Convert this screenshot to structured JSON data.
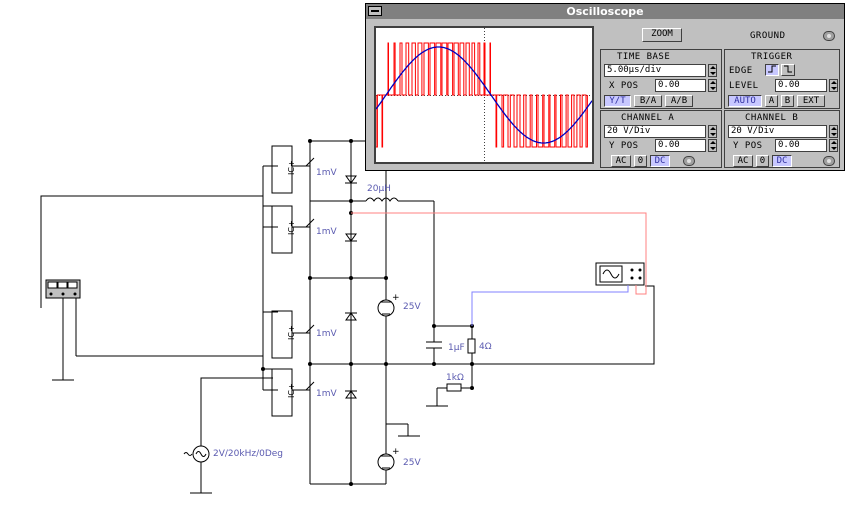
{
  "oscilloscope": {
    "title": "Oscilloscope",
    "zoom_label": "ZOOM",
    "ground_label": "GROUND",
    "timebase": {
      "header": "TIME BASE",
      "value": "5.00µs/div",
      "xpos_label": "X POS",
      "xpos_value": "0.00",
      "modes": [
        "Y/T",
        "B/A",
        "A/B"
      ],
      "active_mode": "Y/T"
    },
    "trigger": {
      "header": "TRIGGER",
      "edge_label": "EDGE",
      "level_label": "LEVEL",
      "level_value": "0.00",
      "sources": [
        "AUTO",
        "A",
        "B",
        "EXT"
      ],
      "active_source": "AUTO"
    },
    "channel_a": {
      "header": "CHANNEL A",
      "value": "20 V/Div",
      "ypos_label": "Y POS",
      "ypos_value": "0.00",
      "coupling": [
        "AC",
        "0",
        "DC"
      ],
      "active_coupling": "DC"
    },
    "channel_b": {
      "header": "CHANNEL B",
      "value": "20 V/Div",
      "ypos_label": "Y POS",
      "ypos_value": "0.00",
      "coupling": [
        "AC",
        "0",
        "DC"
      ],
      "active_coupling": "DC"
    },
    "trace_colors": {
      "channel_a": "#ff0000",
      "channel_b": "#0000c0"
    }
  },
  "circuit": {
    "inductor": "20µH",
    "capacitor": "1µF",
    "load_resistor": "4Ω",
    "sense_resistor": "1kΩ",
    "switch_label": "1mV",
    "dc_source_top": "25V",
    "dc_source_bottom": "25V",
    "ac_source": "2V/20kHz/0Deg",
    "comparator_label": "IC+",
    "meter_terms": [
      "-",
      "+"
    ]
  }
}
